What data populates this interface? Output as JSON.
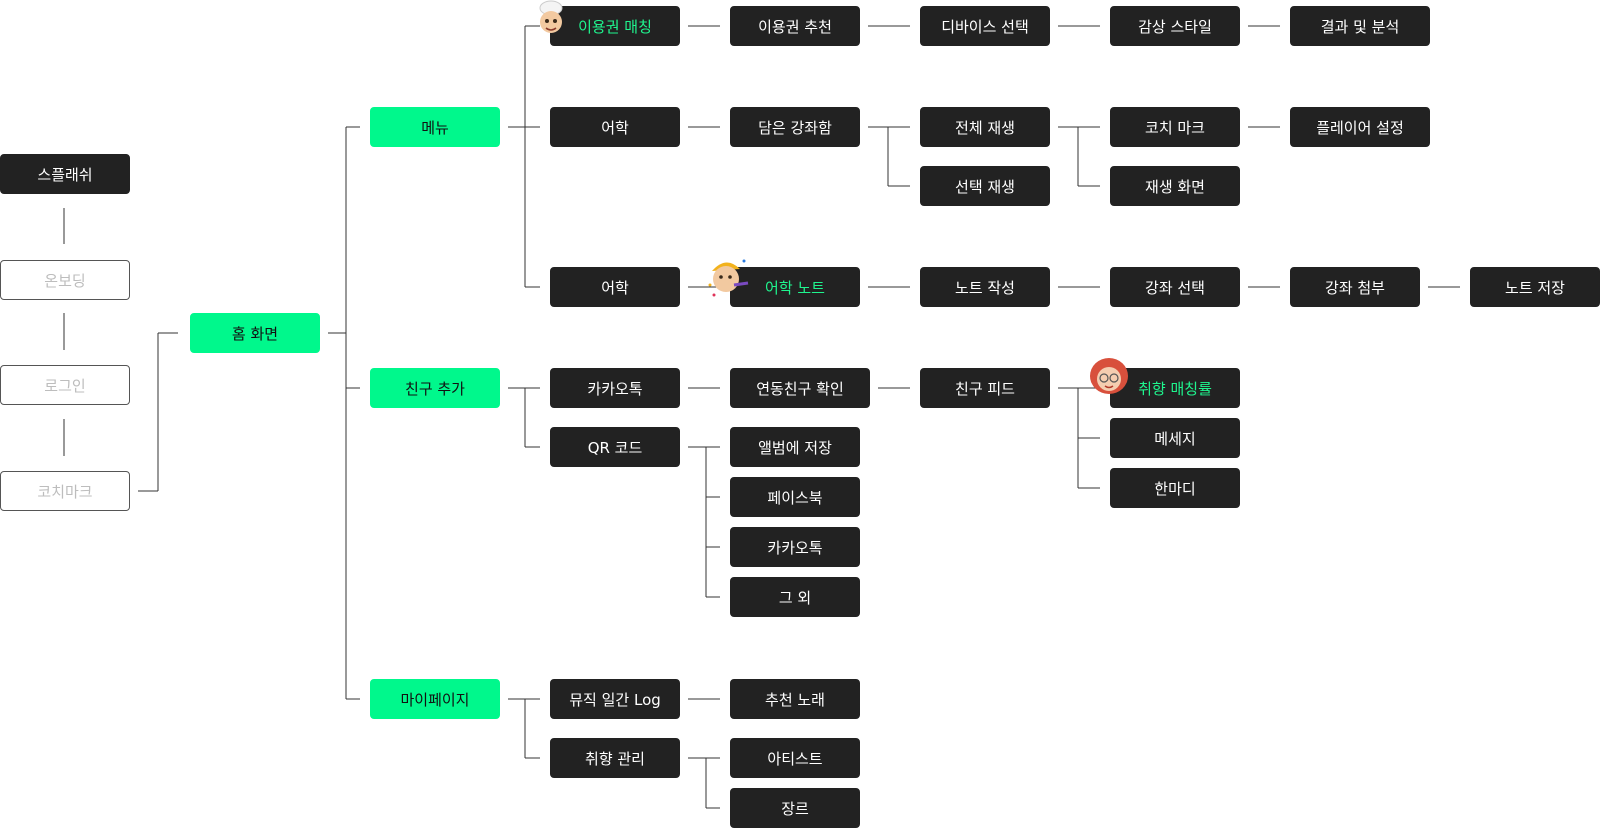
{
  "nodes": {
    "splash": "스플래쉬",
    "onboarding": "온보딩",
    "login": "로그인",
    "coachmark": "코치마크",
    "home": "홈 화면",
    "menu": "메뉴",
    "add_friend": "친구 추가",
    "mypage": "마이페이지",
    "ticket_matching": "이용권 매칭",
    "ticket_reco": "이용권 추천",
    "device_select": "디바이스 선택",
    "listen_style": "감상 스타일",
    "result_analysis": "결과 및 분석",
    "lang_1": "어학",
    "saved_courses": "담은 강좌함",
    "play_all": "전체 재생",
    "play_selected": "선택 재생",
    "coach_mark": "코치 마크",
    "player_settings": "플레이어 설정",
    "play_screen": "재생 화면",
    "lang_2": "어학",
    "lang_note": "어학 노트",
    "write_note": "노트 작성",
    "select_course": "강좌 선택",
    "attach_course": "강좌 첨부",
    "save_note": "노트 저장",
    "kakaotalk": "카카오톡",
    "linked_friends": "연동친구 확인",
    "friend_feed": "친구 피드",
    "taste_match": "취향 매칭률",
    "message": "메세지",
    "one_liner": "한마디",
    "qr_code": "QR 코드",
    "save_album": "앨범에 저장",
    "facebook": "페이스북",
    "kakaotalk_2": "카카오톡",
    "others": "그 외",
    "music_log": "뮤직 일간 Log",
    "recommended_songs": "추천 노래",
    "taste_manage": "취향 관리",
    "artist": "아티스트",
    "genre": "장르"
  },
  "avatars": [
    "chef-avatar-icon",
    "party-avatar-icon",
    "red-hair-avatar-icon"
  ],
  "colors": {
    "dark": "#222222",
    "accent": "#00f88c",
    "highlight_text": "#1ff58e",
    "line": "#333333",
    "ghost_border": "#555555",
    "ghost_text": "#bdbdbd"
  }
}
